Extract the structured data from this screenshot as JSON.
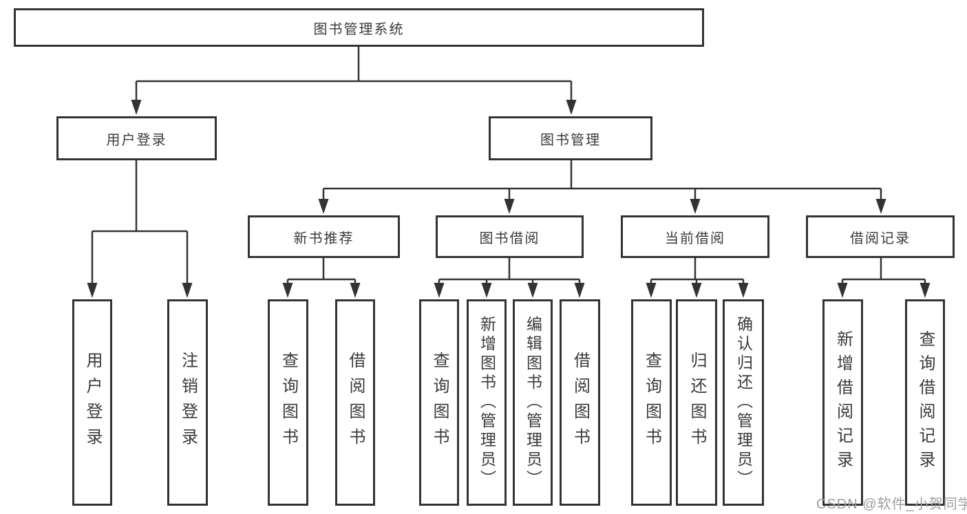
{
  "colors": {
    "line": "#333333",
    "box_border": "#333333",
    "text": "#3a3a3a",
    "background": "#ffffff",
    "watermark": "#9e9e9e"
  },
  "diagram": {
    "type": "hierarchy-tree",
    "root": {
      "label": "图书管理系统"
    },
    "branches": [
      {
        "label": "用户登录",
        "children": [
          {
            "label": "用户登录"
          },
          {
            "label": "注销登录"
          }
        ]
      },
      {
        "label": "图书管理",
        "children": [
          {
            "label": "新书推荐",
            "children": [
              {
                "label": "查询图书"
              },
              {
                "label": "借阅图书"
              }
            ]
          },
          {
            "label": "图书借阅",
            "children": [
              {
                "label": "查询图书"
              },
              {
                "label": "新增图书（管理员）"
              },
              {
                "label": "编辑图书（管理员）"
              },
              {
                "label": "借阅图书"
              }
            ]
          },
          {
            "label": "当前借阅",
            "children": [
              {
                "label": "查询图书"
              },
              {
                "label": "归还图书"
              },
              {
                "label": "确认归还（管理员）"
              }
            ]
          },
          {
            "label": "借阅记录",
            "children": [
              {
                "label": "新增借阅记录"
              },
              {
                "label": "查询借阅记录"
              }
            ]
          }
        ]
      }
    ]
  },
  "watermark": {
    "text": "CSDN @软件_小贺同学"
  }
}
